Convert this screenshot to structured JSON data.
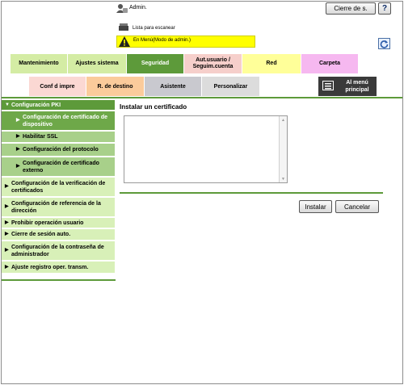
{
  "header": {
    "admin_label": "Admin.",
    "logout_label": "Cierre de s.",
    "help_label": "?",
    "scan_label": "Lista para escanear",
    "mode_label": "En Menú(Modo de admin.)"
  },
  "tabs": [
    {
      "label": "Mantenimiento"
    },
    {
      "label": "Ajustes sistema"
    },
    {
      "label": "Seguridad"
    },
    {
      "label": "Aut.usuario / Seguim.cuenta"
    },
    {
      "label": "Red"
    },
    {
      "label": "Carpeta"
    }
  ],
  "sub_tabs": [
    {
      "label": "Conf d impre"
    },
    {
      "label": "R. de destino"
    },
    {
      "label": "Asistente"
    },
    {
      "label": "Personalizar"
    }
  ],
  "menu_button": {
    "label": "Al menú principal"
  },
  "sidebar": {
    "items": [
      {
        "label": "Configuración PKI"
      },
      {
        "label": "Configuración de certificado de dispositivo"
      },
      {
        "label": "Habilitar SSL"
      },
      {
        "label": "Configuración del protocolo"
      },
      {
        "label": "Configuración de certificado externo"
      },
      {
        "label": "Configuración de la verificación de certificados"
      },
      {
        "label": "Configuración de referencia de la dirección"
      },
      {
        "label": "Prohibir operación usuario"
      },
      {
        "label": "Cierre de sesión auto."
      },
      {
        "label": "Configuración de la contraseña de administrador"
      },
      {
        "label": "Ajuste registro oper. transm."
      }
    ]
  },
  "main": {
    "title": "Instalar un certificado",
    "install_label": "Instalar",
    "cancel_label": "Cancelar"
  },
  "colors": {
    "active_green": "#5d9a3a",
    "tab_green": "#d4eca4",
    "mode_yellow": "#ffff00"
  }
}
